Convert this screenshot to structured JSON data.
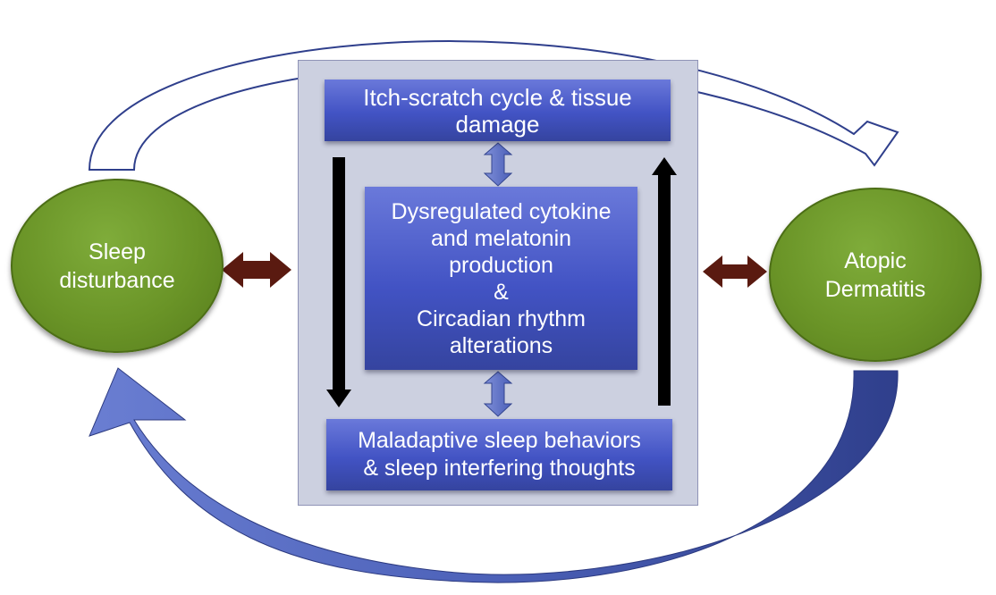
{
  "nodes": {
    "sleep_disturbance": {
      "lines": [
        "Sleep",
        "disturbance"
      ]
    },
    "atopic_dermatitis": {
      "lines": [
        "Atopic",
        "Dermatitis"
      ]
    }
  },
  "boxes": {
    "top": {
      "lines": [
        "Itch-scratch cycle & tissue",
        "damage"
      ]
    },
    "middle": {
      "lines": [
        "Dysregulated cytokine",
        "and melatonin",
        "production",
        "&",
        "Circadian rhythm",
        "alterations"
      ]
    },
    "bottom": {
      "lines": [
        "Maladaptive sleep behaviors",
        "& sleep interfering thoughts"
      ]
    }
  },
  "colors": {
    "node_green": "#6a9427",
    "box_blue": "#4253c4",
    "panel": "#ccd0e0",
    "dark_red_arrow": "#5a1a10",
    "blue_arrow": "#4a5fb8"
  }
}
